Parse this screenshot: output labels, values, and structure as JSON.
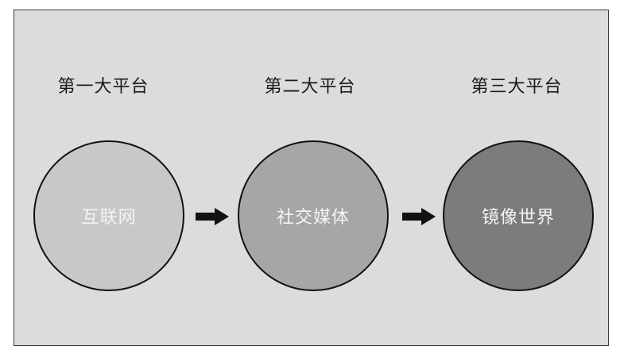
{
  "diagram": {
    "stages": [
      {
        "heading": "第一大平台",
        "name": "互联网",
        "fill": "#c8c8c8"
      },
      {
        "heading": "第二大平台",
        "name": "社交媒体",
        "fill": "#a6a6a6"
      },
      {
        "heading": "第三大平台",
        "name": "镜像世界",
        "fill": "#7c7c7c"
      }
    ],
    "connector_icon": "right-arrow-icon",
    "colors": {
      "background": "#dcdcdc",
      "border": "#3a3a3a",
      "arrow": "#111111"
    }
  }
}
